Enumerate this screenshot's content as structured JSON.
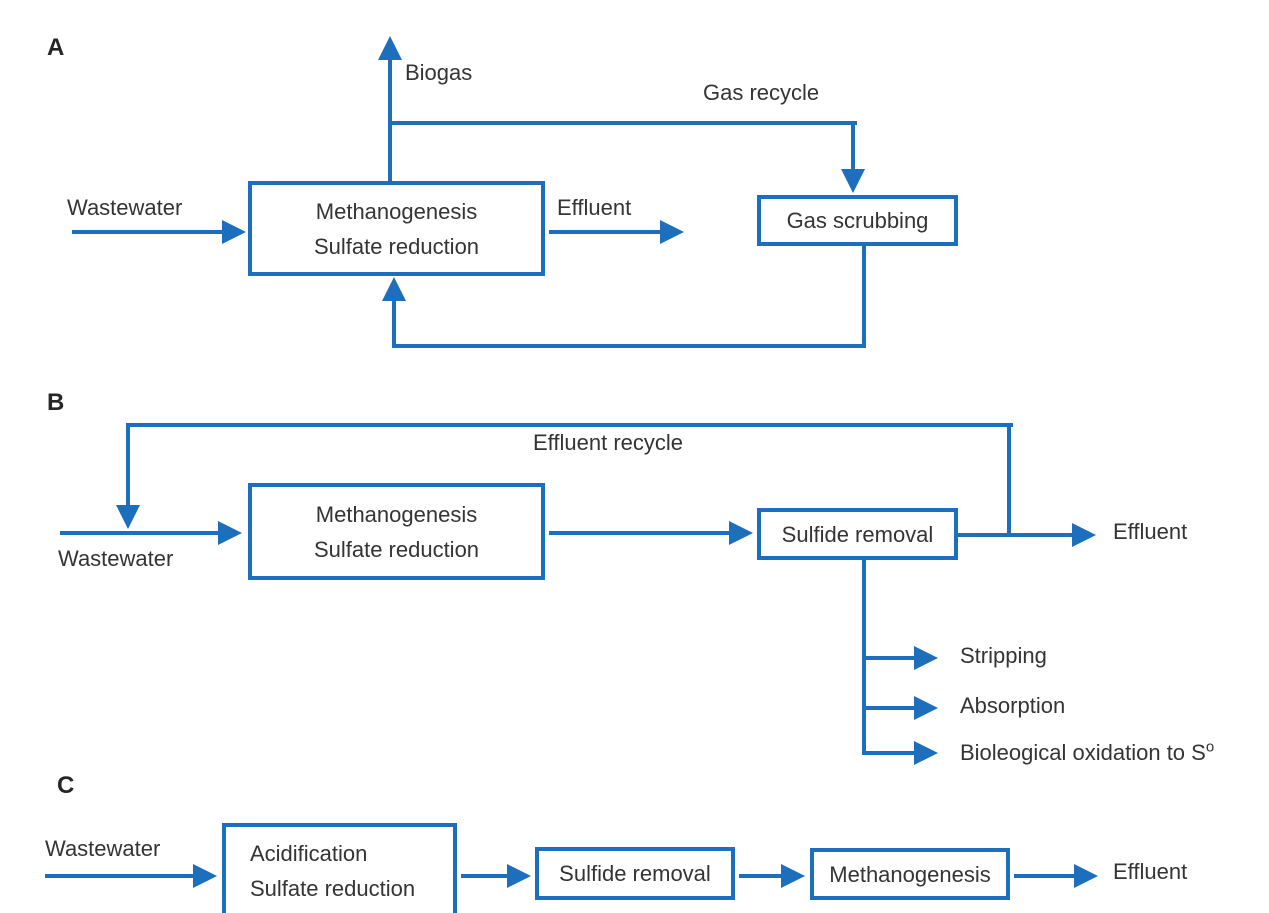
{
  "colors": {
    "flow_blue": "#1e6ebe",
    "text": "#343434"
  },
  "sections": {
    "a": {
      "label": "A",
      "wastewater": "Wastewater",
      "biogas": "Biogas",
      "gas_recycle": "Gas recycle",
      "reactor_line1": "Methanogenesis",
      "reactor_line2": "Sulfate reduction",
      "effluent": "Effluent",
      "scrubber": "Gas scrubbing"
    },
    "b": {
      "label": "B",
      "wastewater": "Wastewater",
      "effluent_recycle": "Effluent recycle",
      "reactor_line1": "Methanogenesis",
      "reactor_line2": "Sulfate reduction",
      "sulfide_removal": "Sulfide removal",
      "effluent": "Effluent",
      "branches": [
        "Stripping",
        "Absorption",
        "Bioleogical oxidation to S"
      ],
      "branch3_sup": "o"
    },
    "c": {
      "label": "C",
      "wastewater": "Wastewater",
      "reactor_line1": "Acidification",
      "reactor_line2": "Sulfate reduction",
      "sulfide_removal": "Sulfide removal",
      "methanogenesis": "Methanogenesis",
      "effluent": "Effluent"
    }
  }
}
